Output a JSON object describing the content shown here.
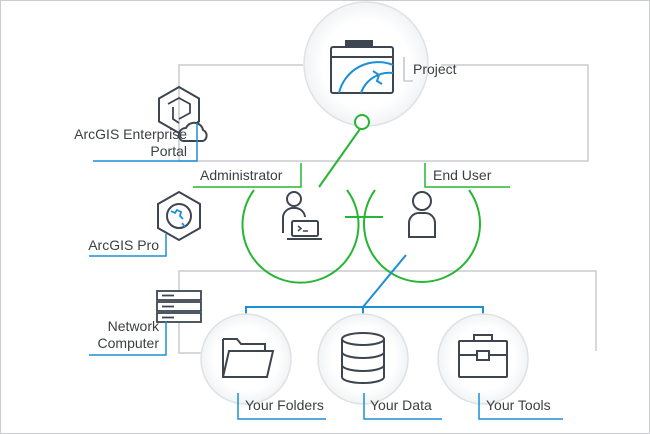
{
  "nodes": {
    "project": {
      "label": "Project",
      "icon": "browser-window-globe-icon"
    },
    "administrator": {
      "label": "Administrator",
      "icon": "user-laptop-icon"
    },
    "end_user": {
      "label": "End User",
      "icon": "user-icon"
    },
    "your_folders": {
      "label": "Your Folders",
      "icon": "folder-icon"
    },
    "your_data": {
      "label": "Your Data",
      "icon": "database-icon"
    },
    "your_tools": {
      "label": "Your Tools",
      "icon": "toolbox-icon"
    }
  },
  "side_labels": {
    "portal": {
      "line1": "ArcGIS Enterprise",
      "line2": "Portal",
      "icon": "portal-cloud-icon"
    },
    "pro": {
      "label": "ArcGIS Pro",
      "icon": "globe-hexagon-icon"
    },
    "network": {
      "line1": "Network",
      "line2": "Computer",
      "icon": "server-rack-icon"
    }
  },
  "colors": {
    "green": "#27b533",
    "blue": "#1a8fd6",
    "gray_line": "#c9ccd0",
    "icon_dark": "#3d4550",
    "text": "#3c4043"
  }
}
